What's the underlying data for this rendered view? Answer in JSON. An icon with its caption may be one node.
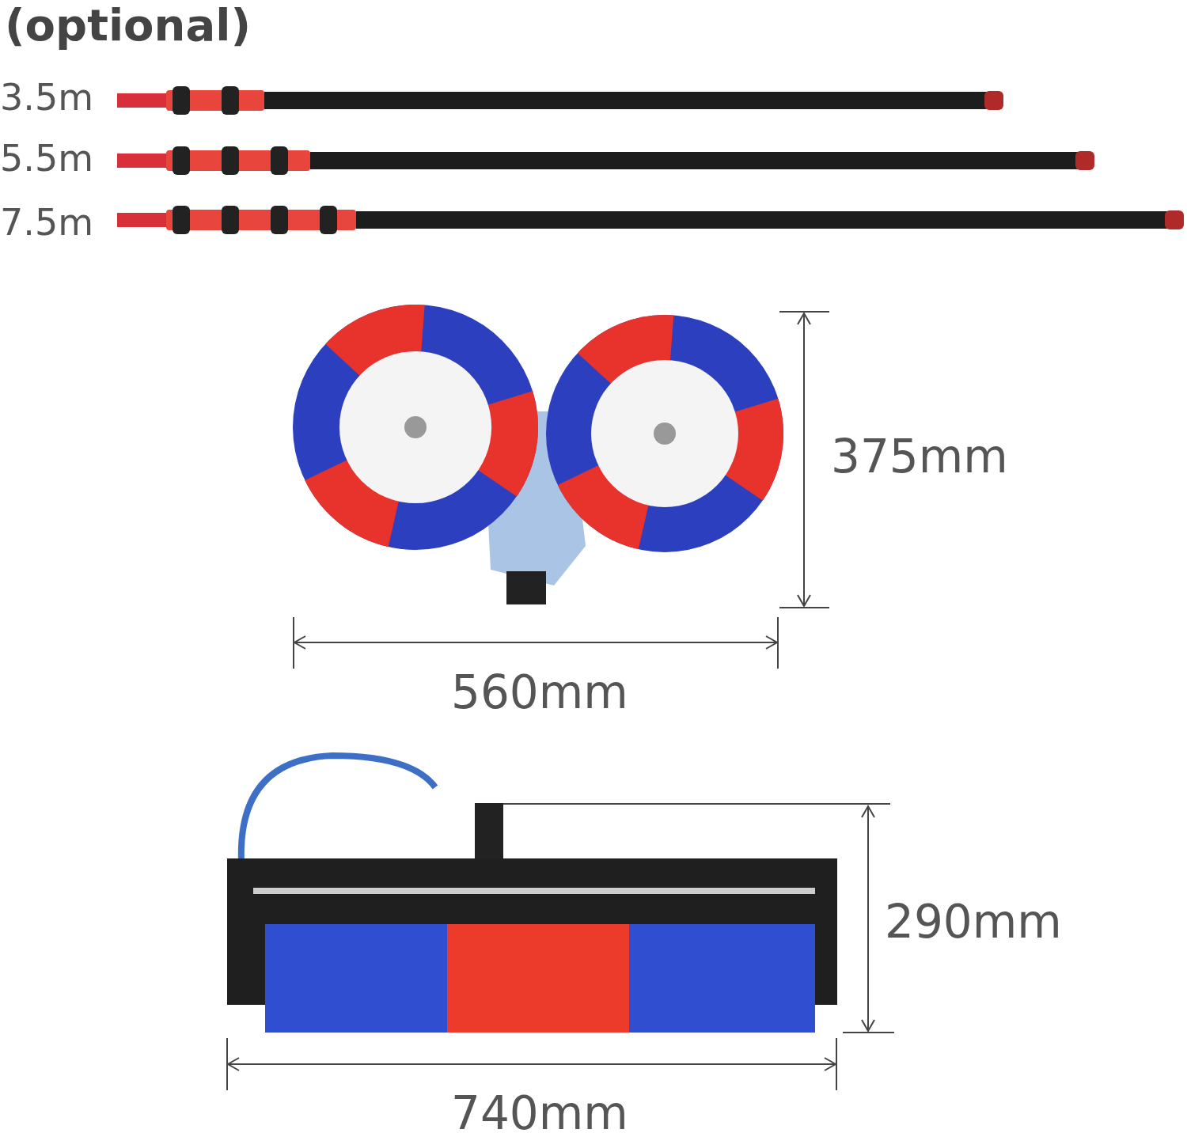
{
  "diagram": {
    "labels": [
      "(optional)",
      "3.5m",
      "5.5m",
      "7.5m",
      "375mm",
      "560mm",
      "290mm",
      "740mm"
    ]
  }
}
